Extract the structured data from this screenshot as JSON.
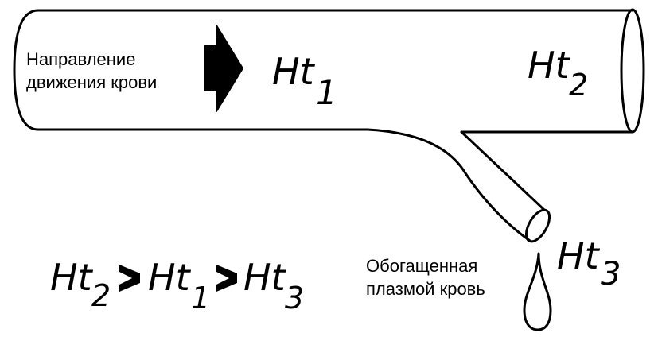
{
  "flow_label": {
    "line1": "Направление",
    "line2": "движения  крови"
  },
  "ht1": {
    "base": "Ht",
    "sub": "1"
  },
  "ht2": {
    "base": "Ht",
    "sub": "2"
  },
  "ht3": {
    "base": "Ht",
    "sub": "3"
  },
  "plasma_label": {
    "line1": "Обогащенная",
    "line2": "плазмой кровь"
  },
  "inequality": {
    "term1": {
      "base": "Ht",
      "sub": "2"
    },
    "term2": {
      "base": "Ht",
      "sub": "1"
    },
    "term3": {
      "base": "Ht",
      "sub": "3"
    }
  }
}
